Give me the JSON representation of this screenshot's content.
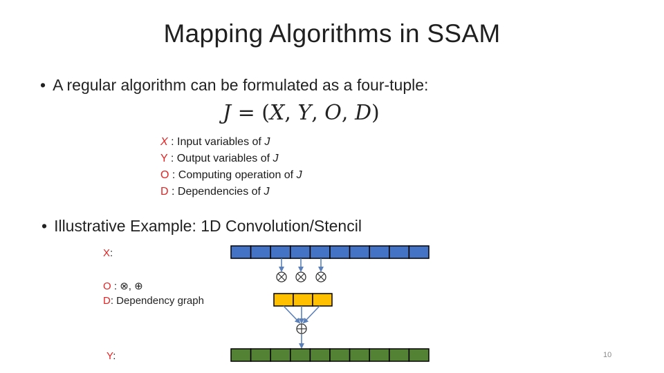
{
  "slide": {
    "title": "Mapping Algorithms in SSAM",
    "bullet1": "A regular algorithm can be formulated as a four-tuple:",
    "formula": {
      "lhs": "J",
      "eq": " = (",
      "x": "X",
      "y": "Y",
      "o": "O",
      "d": "D",
      "sep": ",  ",
      "close": ")"
    },
    "defs": [
      {
        "sym": "X",
        "text": ": Input variables of ",
        "var": "J"
      },
      {
        "sym": "Y",
        "text": ":  Output variables of ",
        "var": "J"
      },
      {
        "sym": "O",
        "text": ": Computing operation of ",
        "var": "J"
      },
      {
        "sym": "D",
        "text": ": Dependencies of ",
        "var": "J"
      }
    ],
    "bullet2": "Illustrative Example: 1D Convolution/Stencil",
    "example": {
      "x_label": "X",
      "x_colon": ":",
      "o_label": "O",
      "o_text": ":",
      "o_ops": "⊗, ⊕",
      "d_label": "D",
      "d_text": ":  Dependency  graph",
      "y_label": "Y",
      "y_colon": ":"
    },
    "page_number": "10",
    "colors": {
      "input_cell": "#4472c4",
      "weight_cell": "#ffc000",
      "output_cell": "#548235",
      "arrow": "#5b80b8",
      "accent_red": "#e32424"
    }
  }
}
